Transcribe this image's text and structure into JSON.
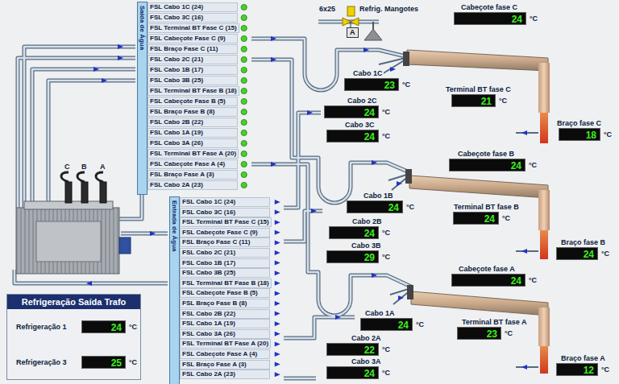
{
  "diagram": {
    "nodes": [
      {
        "text": [
          "Saída de Água"
        ]
      },
      {
        "text": [
          "A"
        ]
      },
      {
        "text": [
          "Cabeçote fase C",
          "24",
          "°C"
        ]
      },
      {
        "text": [
          "Cabo 1C",
          "23",
          "°C"
        ]
      },
      {
        "text": [
          "Terminal BT fase C",
          "21",
          "°C"
        ]
      },
      {
        "text": [
          "Cabo 2C",
          "24",
          "°C"
        ]
      },
      {
        "text": [
          "Cabo 3C",
          "24",
          "°C"
        ]
      },
      {
        "text": [
          "Braço fase C",
          "18",
          "°C"
        ]
      },
      {
        "text": [
          "Cabeçote fase B",
          "24",
          "°C"
        ]
      },
      {
        "text": [
          "Cabo 1B",
          "24",
          "°C"
        ]
      },
      {
        "text": [
          "Terminal BT fase B",
          "24",
          "°C"
        ]
      },
      {
        "text": [
          "Cabo 2B",
          "24",
          "°C"
        ]
      },
      {
        "text": [
          "Cabo 3B",
          "29",
          "°C"
        ]
      },
      {
        "text": [
          "Braço fase B",
          "24",
          "°C"
        ]
      },
      {
        "text": [
          "Entrada de Água"
        ]
      },
      {
        "text": [
          "Cabeçote fase A",
          "24",
          "°C"
        ]
      },
      {
        "text": [
          "Cabo 1A",
          "24",
          "°C"
        ]
      },
      {
        "text": [
          "Terminal BT fase A",
          "23",
          "°C"
        ]
      },
      {
        "text": [
          "Cabo 2A",
          "22",
          "°C"
        ]
      },
      {
        "text": [
          "Cabo 3A",
          "24",
          "°C"
        ]
      },
      {
        "text": [
          "Braço fase A",
          "12",
          "°C"
        ]
      },
      {
        "text": [
          "Refrigeração Saída Trafo"
        ]
      },
      {
        "text": [
          "Refrigeração 1",
          "24",
          "°C"
        ],
        "in": 21
      },
      {
        "text": [
          "Refrigeração 3",
          "25",
          "°C"
        ],
        "in": 21
      }
    ],
    "labels": [
      "6x25",
      "Refrig. Mangotes",
      "C",
      "B",
      "A",
      "FSL Cabo 1C (24)",
      "FSL Cabo 3C (16)",
      "FSL Terminal BT Fase C (15)",
      "FSL Cabeçote Fase C (9)",
      "FSL Braço Fase C (11)",
      "FSL Cabo 2C (21)",
      "FSL Cabo 1B (17)",
      "FSL Cabo 3B (25)",
      "FSL Terminal BT Fase B (18)",
      "FSL Cabeçote Fase B (5)",
      "FSL Braço Fase B (8)",
      "FSL Cabo 2B (22)",
      "FSL Cabo 1A (19)",
      "FSL Cabo 3A (26)",
      "FSL Terminal BT Fase A (20)",
      "FSL Cabeçote Fase A (4)",
      "FSL Braço Fase A (3)",
      "FSL Cabo 2A (23)",
      "FSL Cabo 1C (24)",
      "FSL Cabo 3C (16)",
      "FSL Terminal BT Fase C (15)",
      "FSL Cabeçote Fase C (9)",
      "FSL Braço Fase C (11)",
      "FSL Cabo 2C (21)",
      "FSL Cabo 1B (17)",
      "FSL Cabo 3B (25)",
      "FSL Terminal BT Fase B (18)",
      "FSL Cabeçote Fase B (5)",
      "FSL Braço Fase B (8)",
      "FSL Cabo 2B (22)",
      "FSL Cabo 1A (19)",
      "FSL Cabo 3A (26)",
      "FSL Terminal BT Fase A (20)",
      "FSL Cabeçote Fase A (4)",
      "FSL Braço Fase A (3)",
      "FSL Cabo 2A (23)"
    ]
  }
}
